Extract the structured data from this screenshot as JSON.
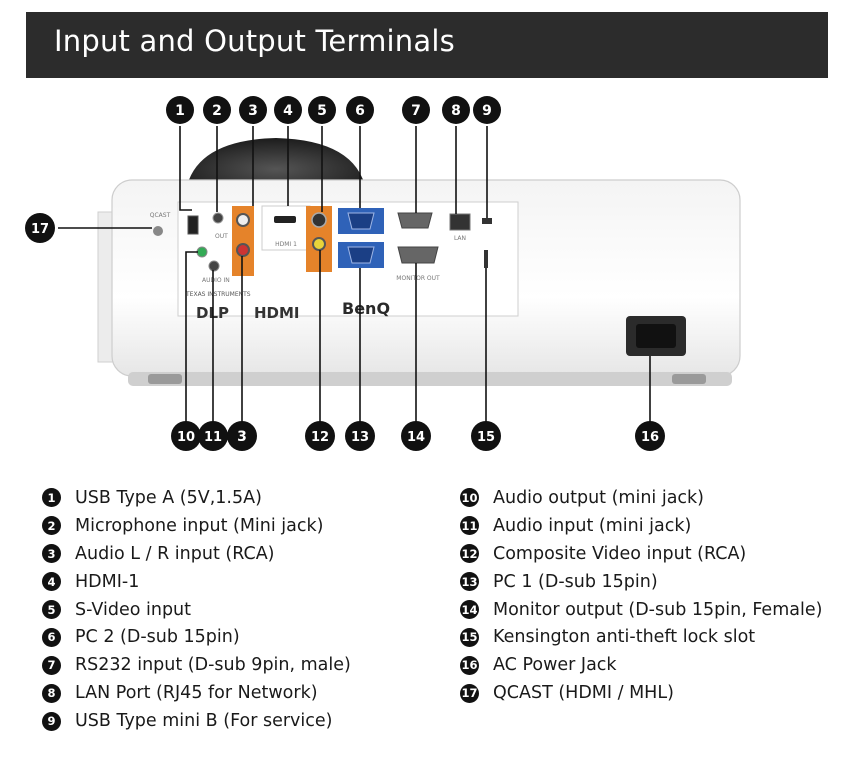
{
  "header": {
    "title": "Input and Output Terminals"
  },
  "callouts_top": [
    "1",
    "2",
    "3",
    "4",
    "5",
    "6",
    "7",
    "8",
    "9"
  ],
  "callouts_bottom": [
    "10",
    "11",
    "3",
    "12",
    "13",
    "14",
    "15",
    "16"
  ],
  "callout_side": "17",
  "panel_labels": {
    "brand": "BenQ",
    "hdmi_logo": "HDMI",
    "dlp_logo": "DLP",
    "ti_text": "TEXAS INSTRUMENTS",
    "hdmi1": "HDMI 1",
    "lan": "LAN",
    "monitor_out": "MONITOR OUT",
    "qcast": "QCAST",
    "audio_in": "AUDIO IN",
    "audio_out": "OUT"
  },
  "legend_left": [
    {
      "num": "1",
      "label": "USB Type A (5V,1.5A)"
    },
    {
      "num": "2",
      "label": "Microphone input (Mini jack)"
    },
    {
      "num": "3",
      "label": "Audio L / R input (RCA)"
    },
    {
      "num": "4",
      "label": "HDMI-1"
    },
    {
      "num": "5",
      "label": "S-Video input"
    },
    {
      "num": "6",
      "label": "PC 2 (D-sub 15pin)"
    },
    {
      "num": "7",
      "label": "RS232 input (D-sub 9pin, male)"
    },
    {
      "num": "8",
      "label": "LAN Port (RJ45 for Network)"
    },
    {
      "num": "9",
      "label": "USB Type mini B (For service)"
    }
  ],
  "legend_right": [
    {
      "num": "10",
      "label": "Audio output (mini jack)"
    },
    {
      "num": "11",
      "label": "Audio input (mini jack)"
    },
    {
      "num": "12",
      "label": "Composite Video input (RCA)"
    },
    {
      "num": "13",
      "label": "PC 1 (D-sub 15pin)"
    },
    {
      "num": "14",
      "label": "Monitor output (D-sub 15pin, Female)"
    },
    {
      "num": "15",
      "label": "Kensington anti-theft lock slot"
    },
    {
      "num": "16",
      "label": "AC Power Jack"
    },
    {
      "num": "17",
      "label": "QCAST (HDMI / MHL)"
    }
  ],
  "colors": {
    "header_bg": "#2c2c2c",
    "audio_orange": "#e5832a",
    "vga_blue": "#2f62b8",
    "badge": "#111111"
  }
}
